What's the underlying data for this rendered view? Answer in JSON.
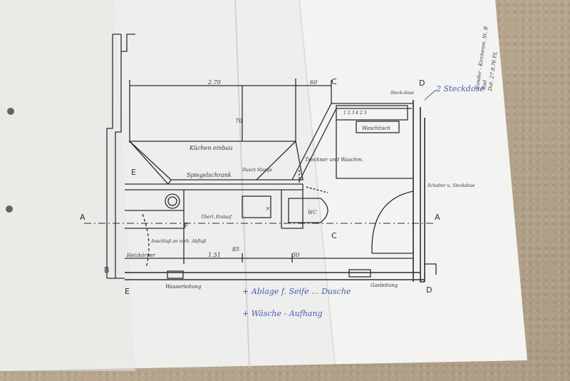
{
  "scene": "architectural-floor-plan-photo",
  "colors": {
    "paper": "#f1f2f0",
    "pencil": "#2c2c2c",
    "blue_ink": "#4a57b8",
    "carpet": "#b7a78f"
  },
  "title_block": {
    "line1": "Zonder - Kirchenm. St. B",
    "line2": "Bad",
    "line3": "Dat. 27.9.76 FL"
  },
  "dimensions": {
    "top_width": "2.70",
    "top_small": "60",
    "depth": "70",
    "bottom_left": "1.51",
    "bottom_mid": "85",
    "bottom_right": "30"
  },
  "section_marks": {
    "a": "A",
    "b": "B",
    "c": "C",
    "d": "D",
    "e": "E",
    "f": "F"
  },
  "labels": {
    "kitchen_recess": "Küchen einbau",
    "mirror_cabinet": "Spiegelschrank",
    "shower_rail": "Dusch Stange",
    "dryer_washer": "Trockner und Waschm.",
    "washbasin": "Waschtisch",
    "outlet": "Steck-dose",
    "switch_outlet": "Schalter u. Steckdose",
    "heater": "Heizkörper",
    "overflow": "Anschluß an vorh. Abfluß",
    "water_pipe": "Wasserleitung",
    "gas_pipe": "Gasleitung",
    "wc": "WC",
    "inlet": "Überl. Einlauf",
    "cabinet_nums": "1  2  3  4  2  3"
  },
  "annotations": {
    "outlet_note": "2 Steckdose",
    "note1": "+ Ablage f. Seife ... Dusche",
    "note2": "+ Wäsche - Aufhang"
  }
}
